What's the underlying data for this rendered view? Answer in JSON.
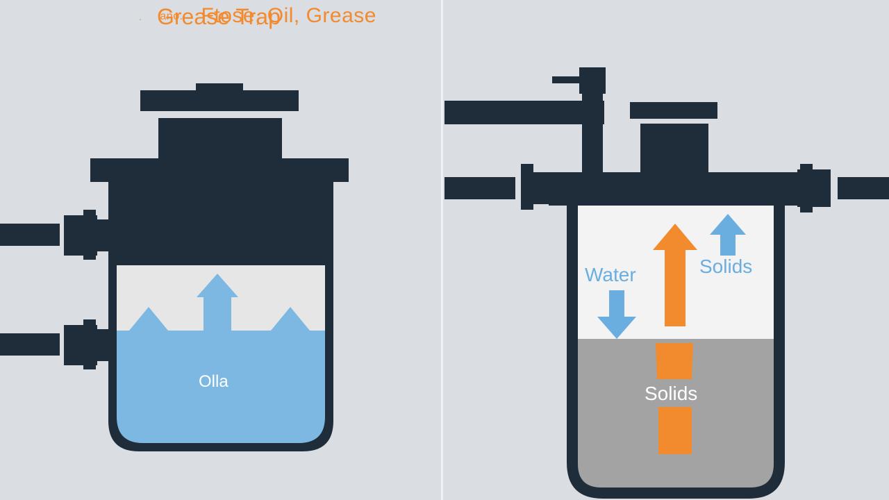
{
  "left_panel": {
    "title_dot": ".",
    "title_small": "ano.",
    "title": "Ftose, Oil, Grease",
    "label_oils": "Olla"
  },
  "right_panel": {
    "title": "Grease Trap",
    "label_water": "Water",
    "label_solids_top": "Solids",
    "label_solids_bottom": "Solids"
  },
  "colors": {
    "background": "#dadde2",
    "dark": "#1f2d3b",
    "orange_accent": "#f28a2e",
    "blue_water": "#7db8e3",
    "arrow_blue": "#6aaedf",
    "sludge_gray": "#a3a3a3",
    "clear_zone": "#f3f3f3"
  }
}
